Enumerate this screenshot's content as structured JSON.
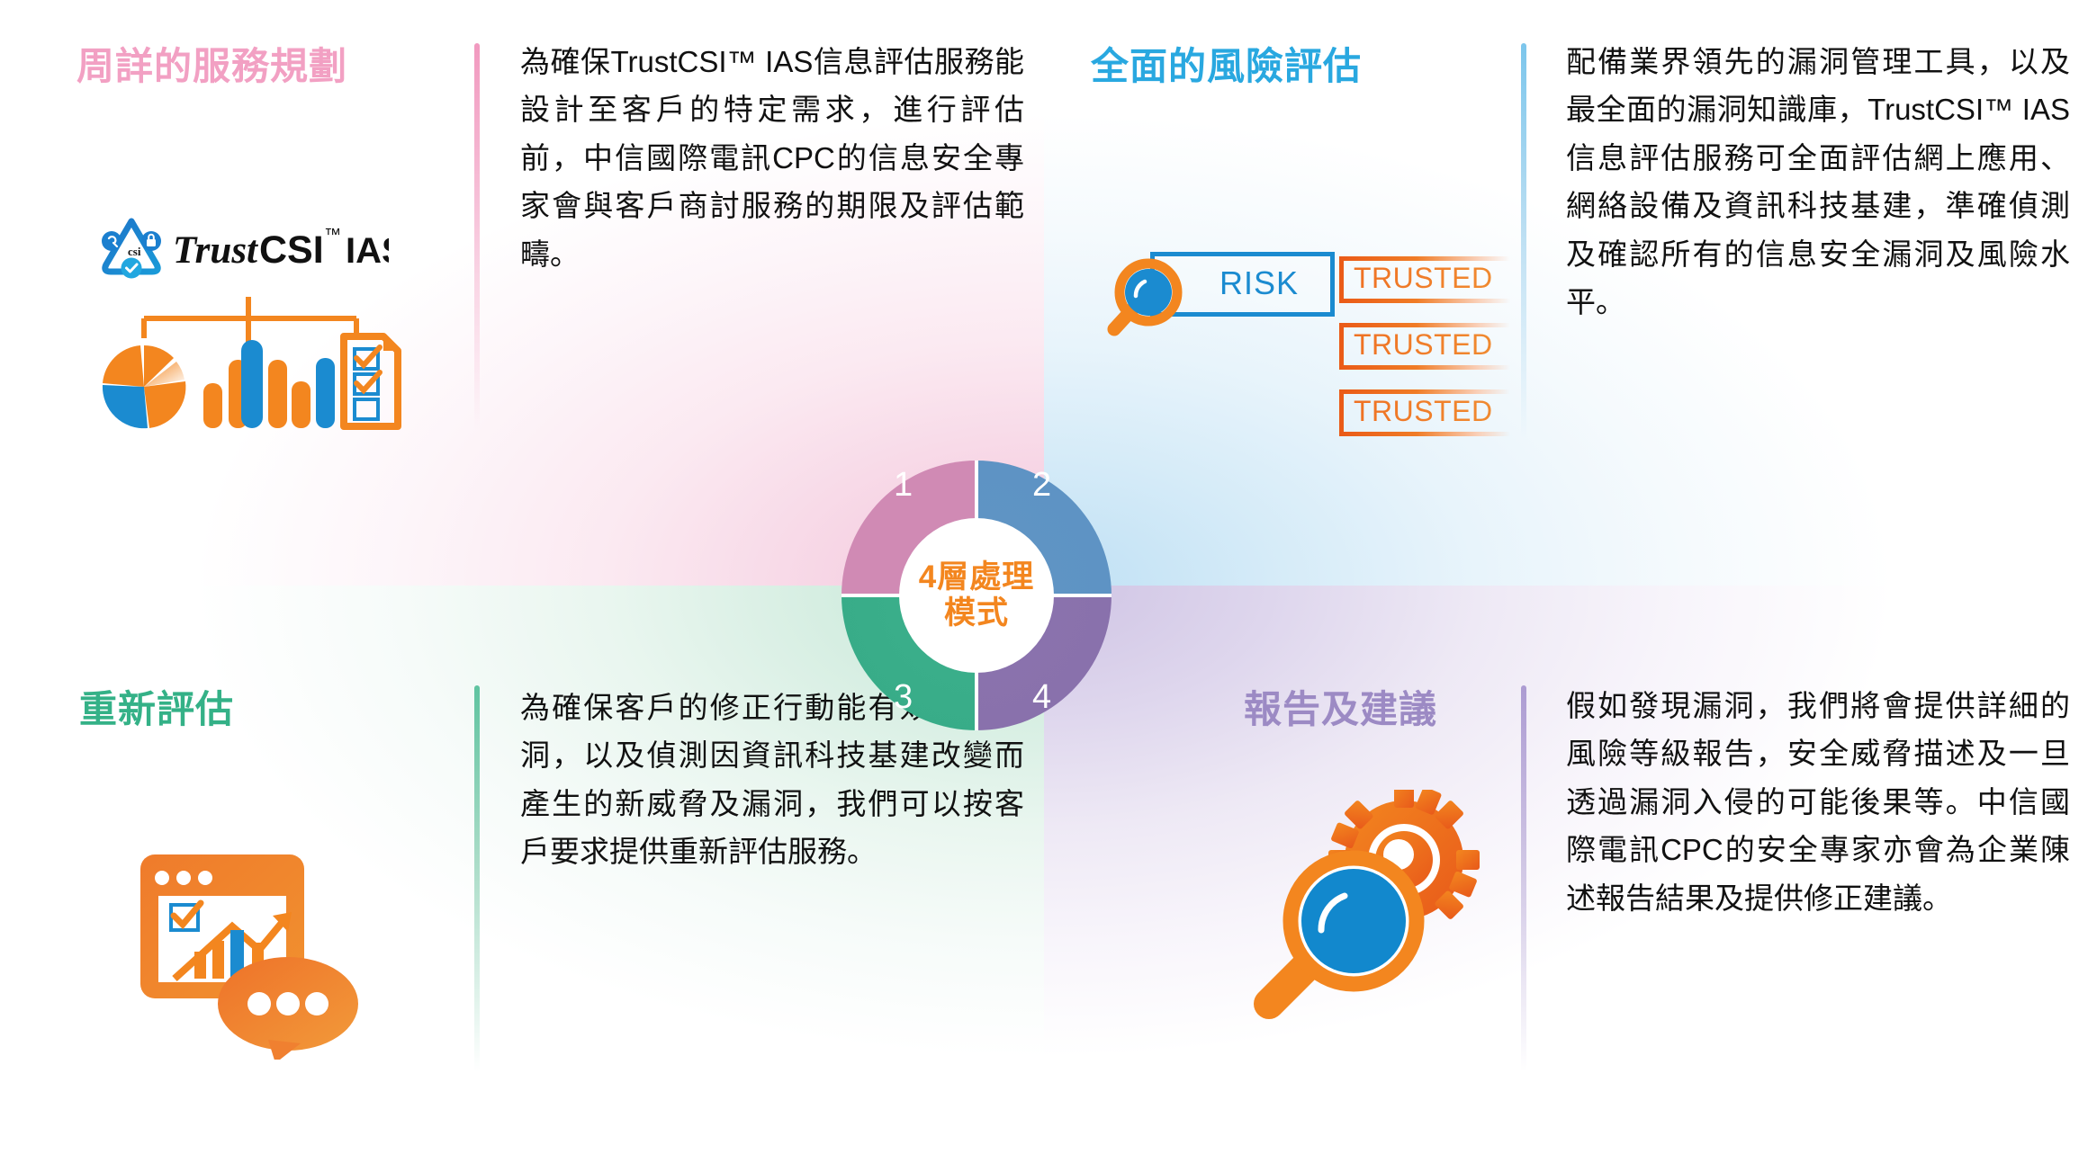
{
  "center": {
    "line1": "4層處理",
    "line2": "模式",
    "text_color": "#f3861f"
  },
  "segments": [
    {
      "number": "1",
      "color": "#cf8ab4"
    },
    {
      "number": "2",
      "color": "#5d92c3"
    },
    {
      "number": "3",
      "color": "#37ab87"
    },
    {
      "number": "4",
      "color": "#8870ab"
    }
  ],
  "quadrants": [
    {
      "id": "service-planning",
      "title": "周詳的服務規劃",
      "title_color": "#f2a0c3",
      "divider_color": "#f2a0c3",
      "body": "為確保TrustCSI™ IAS信息評估服務能設計至客戶的特定需求，進行評估前，中信國際電訊CPC的信息安全專家會與客戶商討服務的期限及評估範疇。",
      "icon": "trustcsi-ias-analytics-icon",
      "logo_text": "TrustCSI",
      "logo_tm": "™",
      "logo_suffix": "IAS"
    },
    {
      "id": "risk-assessment",
      "title": "全面的風險評估",
      "title_color": "#29a8e0",
      "divider_color": "#9ed3ef",
      "body": "配備業界領先的漏洞管理工具，以及最全面的漏洞知識庫，TrustCSI™ IAS信息評估服務可全面評估網上應用、網絡設備及資訊科技基建，準確偵測及確認所有的信息安全漏洞及風險水平。",
      "icon": "risk-scan-icon",
      "risk_label": "RISK",
      "trusted_labels": [
        "TRUSTED",
        "TRUSTED",
        "TRUSTED"
      ]
    },
    {
      "id": "re-assessment",
      "title": "重新評估",
      "title_color": "#34b187",
      "divider_color": "#7ecbae",
      "body": "為確保客戶的修正行動能有效阻塞漏洞，以及偵測因資訊科技基建改變而產生的新威脅及漏洞，我們可以按客戶要求提供重新評估服務。",
      "icon": "report-window-chat-icon"
    },
    {
      "id": "report-recommendation",
      "title": "報告及建議",
      "title_color": "#9c8ac4",
      "divider_color": "#c5b8df",
      "body": "假如發現漏洞，我們將會提供詳細的風險等級報告，安全威脅描述及一旦透過漏洞入侵的可能後果等。中信國際電訊CPC的安全專家亦會為企業陳述報告結果及提供修正建議。",
      "icon": "magnifier-gear-icon"
    }
  ],
  "palette": {
    "orange": "#f3861f",
    "orange_dark": "#ea5a17",
    "blue": "#1b8bd0",
    "white": "#ffffff"
  }
}
